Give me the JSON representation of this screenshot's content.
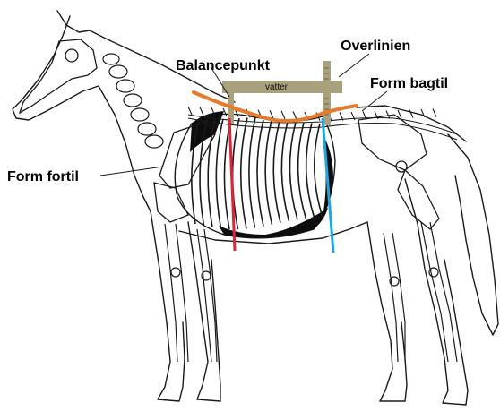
{
  "labels": {
    "balancepunkt": "Balancepunkt",
    "overlinien": "Overlinien",
    "form_bagtil": "Form bagtil",
    "form_fortil": "Form fortil",
    "vatter": "vatter"
  },
  "colors": {
    "topline": "#e87a2c",
    "front_line": "#d8263a",
    "rear_line": "#1fa6e0",
    "level_tool": "#a9a07e",
    "outline": "#1a1a1a",
    "fill_dark": "#0d0d0d"
  },
  "icons": {
    "skeleton": "horse-skeleton-icon",
    "level": "spirit-level-icon"
  }
}
